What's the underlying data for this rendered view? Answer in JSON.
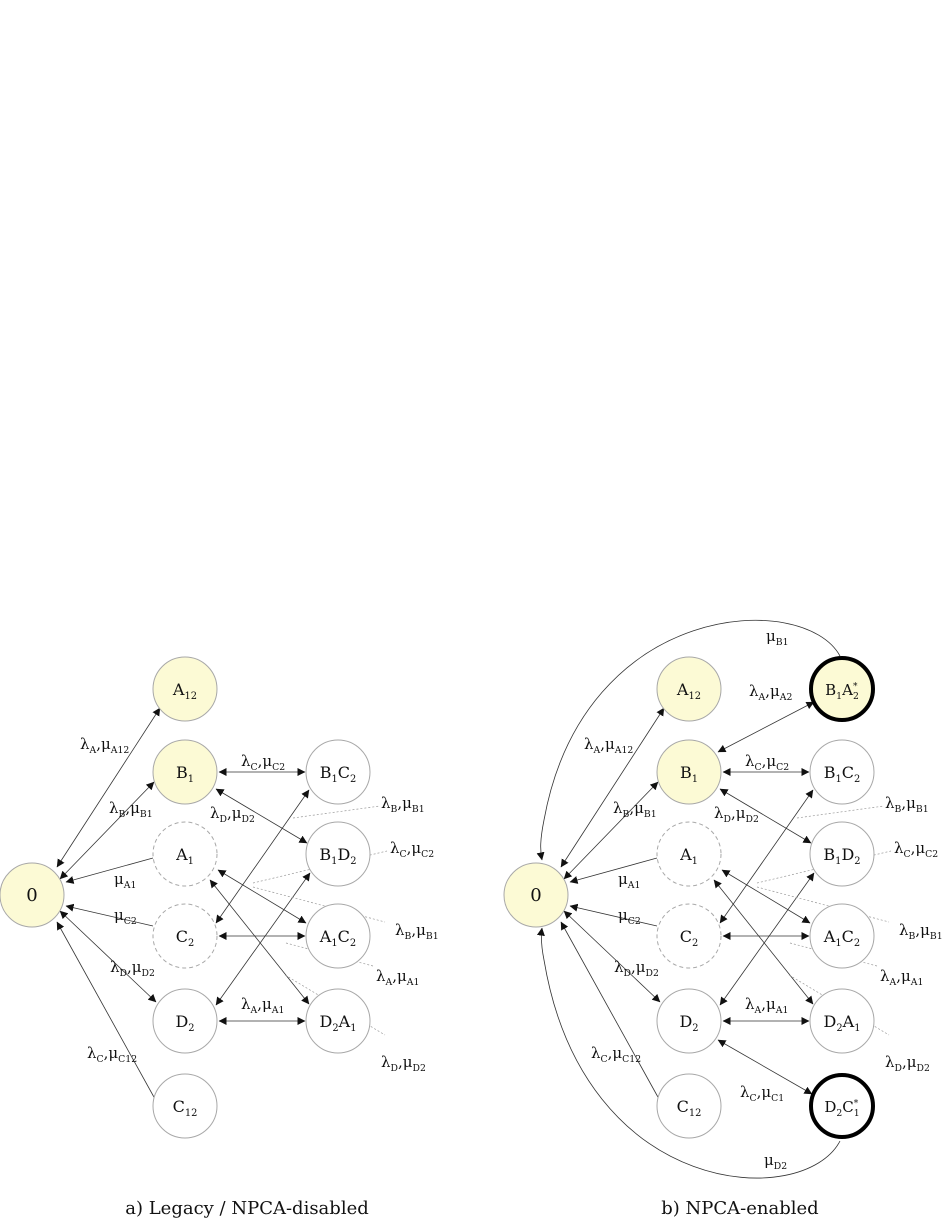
{
  "colors": {
    "highlight_fill": "#fcfad5",
    "node_stroke": "#a8a8a8",
    "bold_stroke": "#000000",
    "arrow": "#333333"
  },
  "panel_a": {
    "caption": "a) Legacy / NPCA-disabled",
    "nodes": {
      "n0": "0",
      "a12": "A12",
      "b1": "B1",
      "a1": "A1",
      "c2": "C2",
      "d2": "D2",
      "c12": "C12",
      "b1c2": "B1C2",
      "b1d2": "B1D2",
      "a1c2": "A1C2",
      "d2a1": "D2A1"
    },
    "edges": {
      "lam_a_mu_a12": "λA,μA12",
      "lam_b_mu_b1": "λB,μB1",
      "mu_a1": "μA1",
      "mu_c2": "μC2",
      "lam_d_mu_d2": "λD,μD2",
      "lam_c_mu_c12": "λC,μC12",
      "lam_c_mu_c2": "λC,μC2",
      "lam_d_mu_d2_b": "λD,μD2",
      "lam_a_mu_a1_bottom": "λA,μA1",
      "right_lam_b_mu_b1_top": "λB,μB1",
      "right_lam_c_mu_c2": "λC,μC2",
      "right_lam_b_mu_b1": "λB,μB1",
      "right_lam_a_mu_a1": "λA,μA1",
      "right_lam_d_mu_d2": "λD,μD2"
    }
  },
  "panel_b": {
    "caption": "b) NPCA-enabled",
    "nodes": {
      "n0": "0",
      "a12": "A12",
      "b1": "B1",
      "a1": "A1",
      "c2": "C2",
      "d2": "D2",
      "c12": "C12",
      "b1c2": "B1C2",
      "b1d2": "B1D2",
      "a1c2": "A1C2",
      "d2a1": "D2A1",
      "b1a2s": "B1A*2",
      "d2c1s": "D2C*1"
    },
    "edges": {
      "mu_b1_top": "μB1",
      "lam_a_mu_a2": "λA,μA2",
      "lam_a_mu_a12": "λA,μA12",
      "lam_b_mu_b1": "λB,μB1",
      "mu_a1": "μA1",
      "mu_c2": "μC2",
      "lam_d_mu_d2": "λD,μD2",
      "lam_c_mu_c12": "λC,μC12",
      "lam_c_mu_c2": "λC,μC2",
      "lam_d_mu_d2_b": "λD,μD2",
      "lam_a_mu_a1_bottom": "λA,μA1",
      "lam_c_mu_c1": "λC,μC1",
      "mu_d2_bottom": "μD2",
      "right_lam_b_mu_b1_top": "λB,μB1",
      "right_lam_c_mu_c2": "λC,μC2",
      "right_lam_b_mu_b1": "λB,μB1",
      "right_lam_a_mu_a1": "λA,μA1",
      "right_lam_d_mu_d2": "λD,μD2"
    }
  }
}
